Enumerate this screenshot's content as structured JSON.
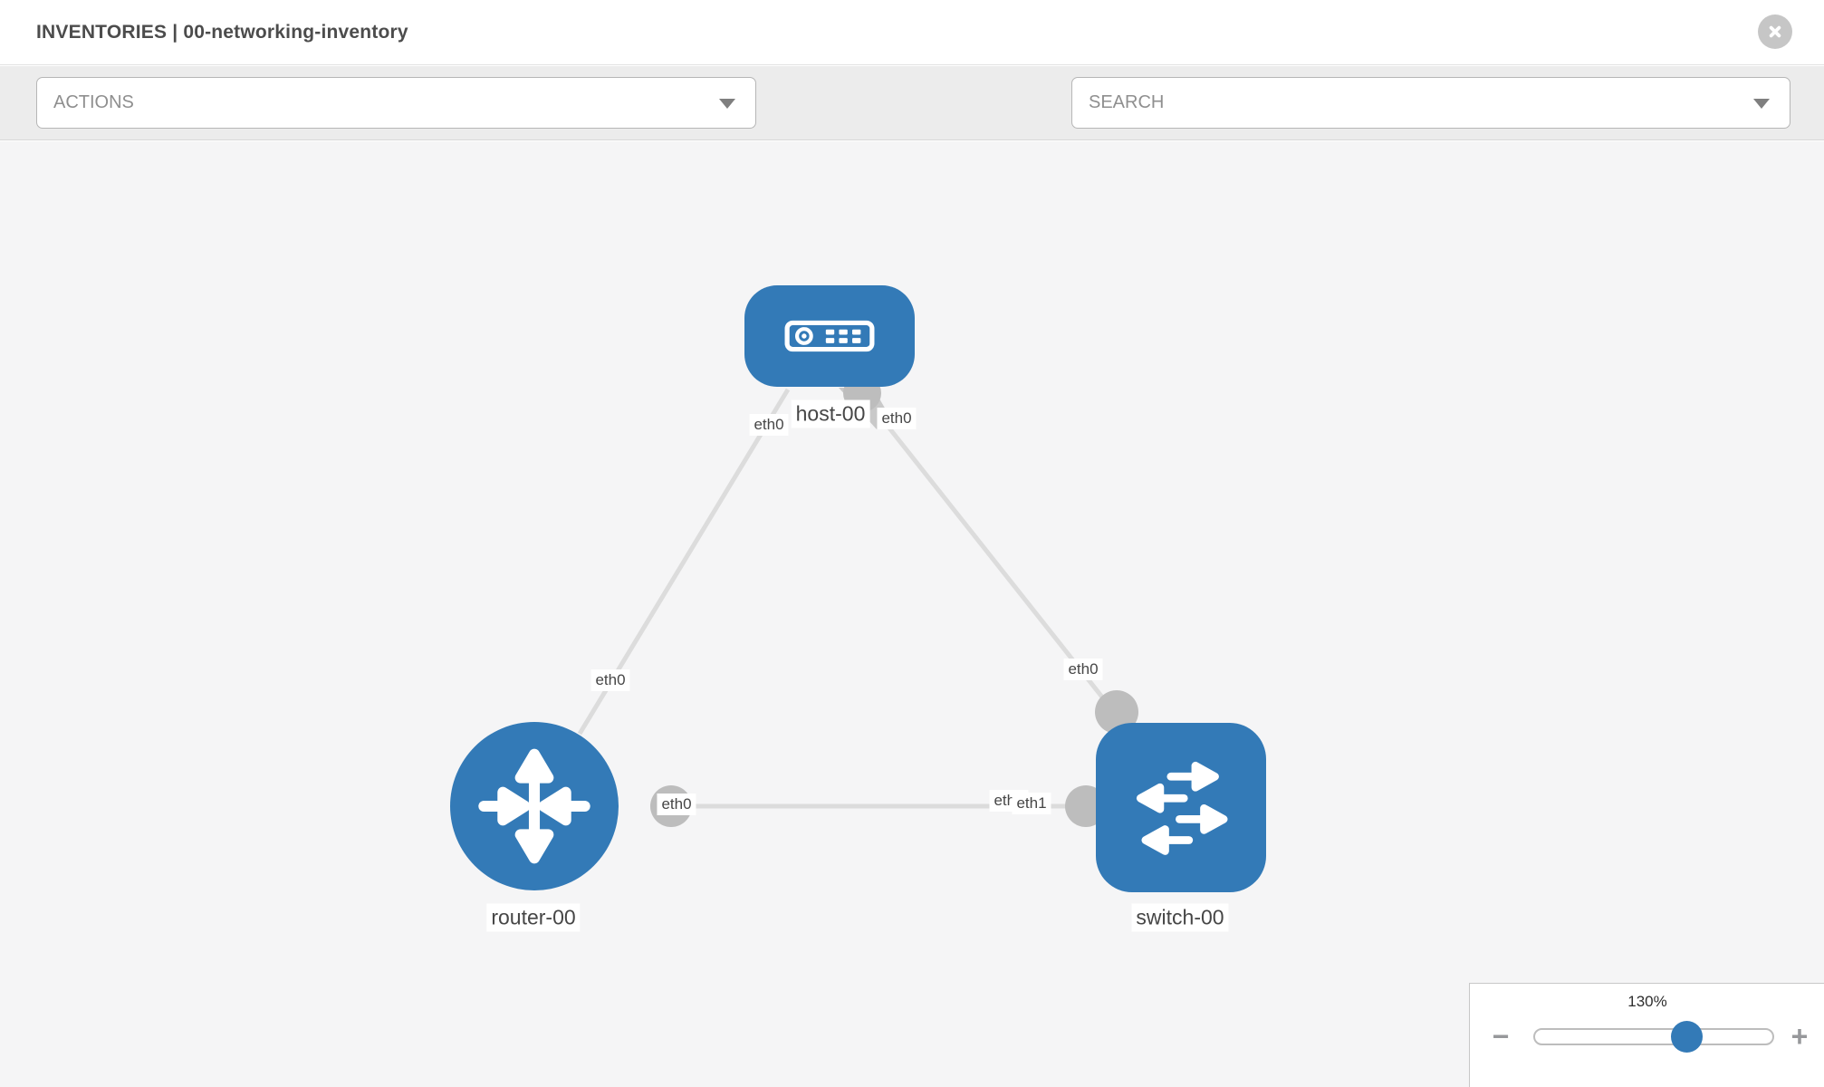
{
  "window": {
    "title": "INVENTORIES | 00-networking-inventory",
    "close_icon": "circle-x-icon"
  },
  "toolbar": {
    "actions_dropdown": {
      "value": "ACTIONS"
    },
    "icons": [
      "wrench-icon",
      "key-icon"
    ],
    "search_dropdown": {
      "placeholder": "SEARCH"
    }
  },
  "topology": {
    "nodes": [
      {
        "id": "host-00",
        "type": "host",
        "label": "host-00"
      },
      {
        "id": "router-00",
        "type": "router",
        "label": "router-00"
      },
      {
        "id": "switch-00",
        "type": "switch",
        "label": "switch-00"
      }
    ],
    "links": [
      {
        "from": "host-00",
        "to": "router-00",
        "label_at_host": "eth0",
        "label_at_router": "eth0"
      },
      {
        "from": "host-00",
        "to": "switch-00",
        "label_at_host": "eth0",
        "label_at_switch": "eth0"
      },
      {
        "from": "router-00",
        "to": "switch-00",
        "label_at_router": "eth0",
        "labels_at_switch": [
          "eth0",
          "eth1"
        ]
      }
    ]
  },
  "zoom_control": {
    "level": "130%",
    "minus_label": "−",
    "plus_label": "+"
  },
  "colors": {
    "node_blue": "#337ab7",
    "link_gray": "#dcdcdc",
    "interface_circle_gray": "#bdbdbd",
    "toolbar_bg": "#ececec",
    "canvas_bg": "#f5f5f6"
  }
}
